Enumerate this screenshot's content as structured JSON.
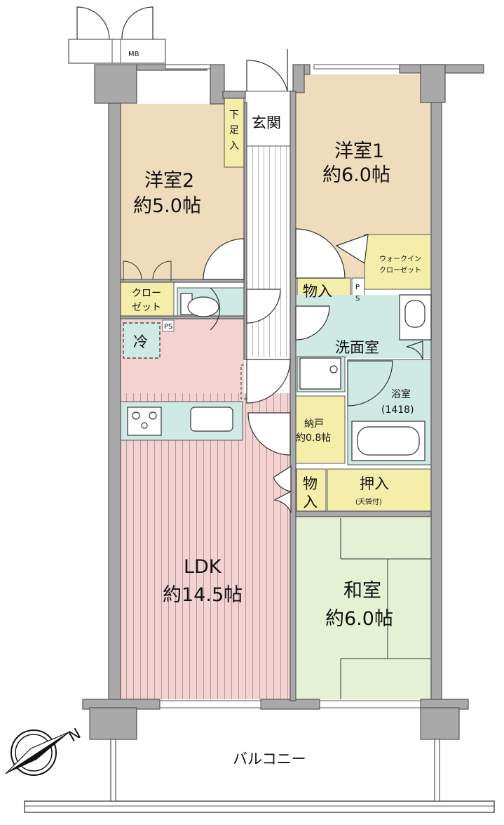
{
  "labels": {
    "mb": "MB",
    "genkan": "玄関",
    "shita_ashi_1": "下",
    "shita_ashi_2": "足",
    "shita_ashi_3": "入",
    "yoshitsu1_name": "洋室1",
    "yoshitsu1_size": "約6.0帖",
    "yoshitsu2_name": "洋室2",
    "yoshitsu2_size": "約5.0帖",
    "walkin_1": "ウォークイン",
    "walkin_2": "クローゼット",
    "closet_1": "クロー",
    "closet_2": "ゼット",
    "monoire_top": "物入",
    "ps_top_1": "P",
    "ps_top_2": "S",
    "ps_kitchen": "PS",
    "fridge": "冷",
    "senmenshitsu": "洗面室",
    "yokushitsu": "浴室",
    "yokushitsu_size": "(1418)",
    "nando_1": "納戸",
    "nando_2": "約0.8帖",
    "monoire_mid_1": "物",
    "monoire_mid_2": "入",
    "oshiire": "押入",
    "oshiire_note": "(天袋付)",
    "ldk_name": "LDK",
    "ldk_size": "約14.5帖",
    "washitsu_name": "和室",
    "washitsu_size": "約6.0帖",
    "balcony": "バルコニー",
    "compass_n": "N"
  },
  "colors": {
    "wall": "#a9a9a9",
    "wall_stroke": "#555555",
    "western_room": "#efdcbc",
    "ldk": "#f4d2d2",
    "wet_area": "#cfe9e5",
    "japanese_room": "#e6f0d5",
    "storage": "#f5eeaa",
    "corridor": "#ffffff",
    "floor_line": "#333333"
  }
}
